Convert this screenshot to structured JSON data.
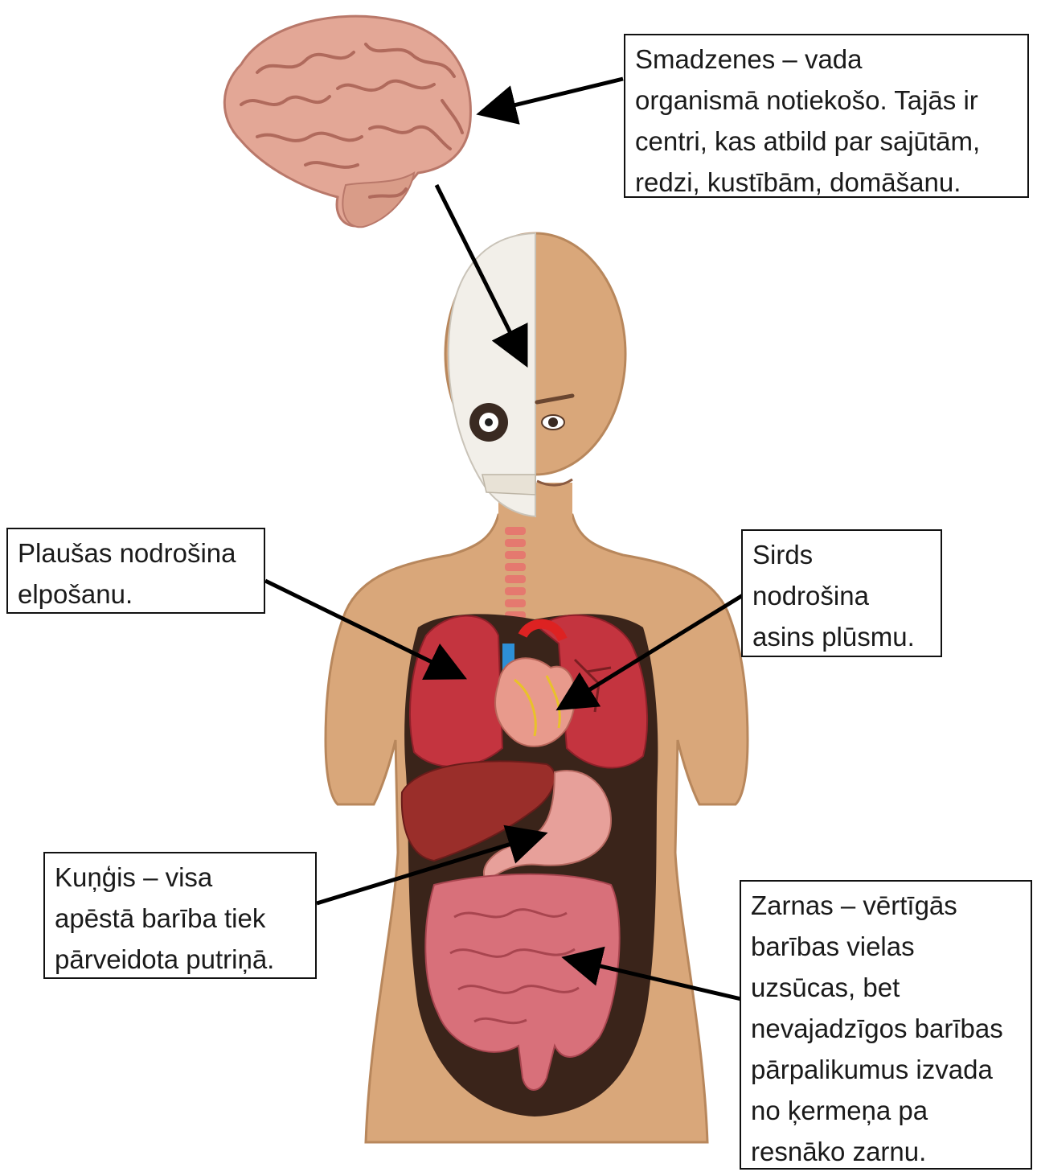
{
  "labels": {
    "brain": [
      "Smadzenes – vada",
      "organismā notiekošo. Tajās ir",
      "centri, kas atbild par sajūtām,",
      "redzi, kustībām, domāšanu."
    ],
    "lungs": [
      "Plaušas nodrošina",
      "elpošanu."
    ],
    "heart": [
      "Sirds",
      "nodrošina",
      "asins plūsmu."
    ],
    "stomach": [
      "Kuņģis – visa",
      "apēstā barība tiek",
      "pārveidota putriņā."
    ],
    "intestines": [
      "Zarnas – vērtīgās",
      "barības vielas",
      "uzsūcas, bet",
      "nevajadzīgos barības",
      "pārpalikumus izvada",
      "no ķermeņa pa",
      "resnāko zarnu."
    ]
  },
  "colors": {
    "skin": "#d9a77a",
    "skin_shadow": "#b8875c",
    "body_cavity": "#3a241a",
    "lungs": "#c4343f",
    "heart": "#e89a8c",
    "liver": "#9a2e2a",
    "stomach": "#e7a09a",
    "intestines": "#d8707a",
    "brain": "#e3a796",
    "skull": "#f2efe9",
    "arrow": "#000000"
  },
  "icons": [
    "brain-icon",
    "human-body-icon",
    "skull-icon",
    "heart-icon",
    "lungs-icon",
    "liver-icon",
    "stomach-icon",
    "intestines-icon"
  ]
}
